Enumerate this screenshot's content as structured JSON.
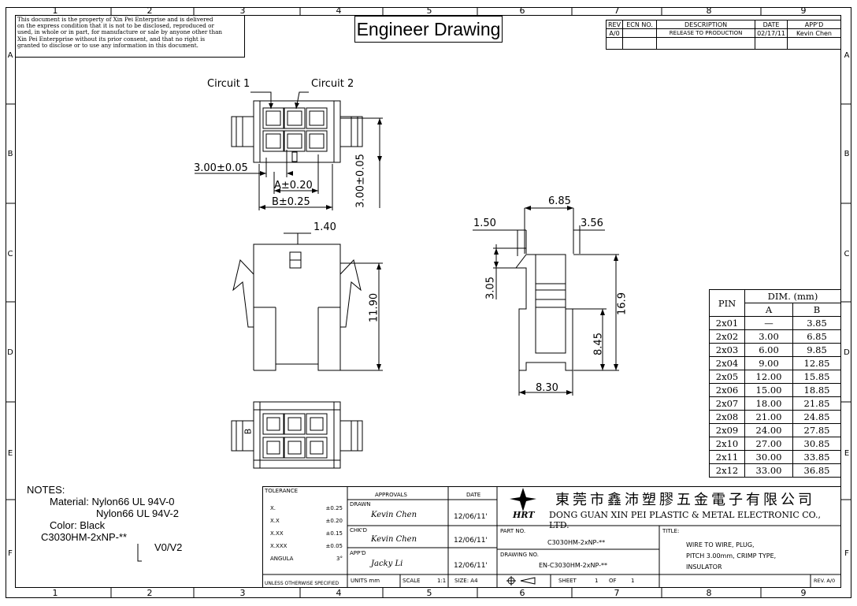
{
  "disclaimer": "This document is the property of Xin Pei Enterprise and is delivered\non the express condition that it is not to be disclosed, reproduced or\nused, in whole or in part, for manufacture or sale by anyone other than\nXin Pei Enterpprise without its prior consent, and that no right is\ngranted to disclose or to use any information in this document.",
  "title": "Engineer Drawing",
  "zone_cols": [
    "1",
    "2",
    "3",
    "4",
    "5",
    "6",
    "7",
    "8",
    "9"
  ],
  "zone_rows": [
    "A",
    "B",
    "C",
    "D",
    "E",
    "F"
  ],
  "revision": {
    "headers": [
      "REV",
      "ECN NO.",
      "DESCRIPTION",
      "DATE",
      "APP'D"
    ],
    "row": [
      "A/0",
      "",
      "RELEASE TO PRODUCTION",
      "02/17/11",
      "Kevin Chen"
    ]
  },
  "views": {
    "circuit1": "Circuit 1",
    "circuit2": "Circuit 2",
    "dim_300_w": "3.00±0.05",
    "dim_300_h": "3.00±0.05",
    "dim_a": "A±0.20",
    "dim_b": "B±0.25",
    "dim_140": "1.40",
    "dim_1190": "11.90",
    "dim_685": "6.85",
    "dim_150": "1.50",
    "dim_356": "3.56",
    "dim_305": "3.05",
    "dim_169": "16.9",
    "dim_845": "8.45",
    "dim_830": "8.30",
    "mark_b": "B"
  },
  "dim_table": {
    "pin_header": "PIN",
    "dim_header": "DIM. (mm)",
    "col_a": "A",
    "col_b": "B",
    "rows": [
      [
        "2x01",
        "—",
        "3.85"
      ],
      [
        "2x02",
        "3.00",
        "6.85"
      ],
      [
        "2x03",
        "6.00",
        "9.85"
      ],
      [
        "2x04",
        "9.00",
        "12.85"
      ],
      [
        "2x05",
        "12.00",
        "15.85"
      ],
      [
        "2x06",
        "15.00",
        "18.85"
      ],
      [
        "2x07",
        "18.00",
        "21.85"
      ],
      [
        "2x08",
        "21.00",
        "24.85"
      ],
      [
        "2x09",
        "24.00",
        "27.85"
      ],
      [
        "2x10",
        "27.00",
        "30.85"
      ],
      [
        "2x11",
        "30.00",
        "33.85"
      ],
      [
        "2x12",
        "33.00",
        "36.85"
      ]
    ]
  },
  "notes": {
    "heading": "NOTES:",
    "material_label": "Material:",
    "material_1": "Nylon66 UL 94V-0",
    "material_2": "Nylon66 UL 94V-2",
    "color": "Color: Black",
    "part": "C3030HM-2xNP-**",
    "suffix": "V0/V2"
  },
  "title_block": {
    "tolerance": "TOLERANCE",
    "tol_rows": [
      [
        "X.",
        "±0.25"
      ],
      [
        "X.X",
        "±0.20"
      ],
      [
        "X.XX",
        "±0.15"
      ],
      [
        "X.XXX",
        "±0.05"
      ],
      [
        "ANGULA",
        "3°"
      ]
    ],
    "unless": "UNLESS OTHERWISE SPECIFIED",
    "approvals": "APPROVALS",
    "date": "DATE",
    "drawn": "DRAWN",
    "drawn_by": "Kevin Chen",
    "drawn_date": "12/06/11'",
    "chkd": "CHK'D",
    "chkd_by": "Kevin Chen",
    "chkd_date": "12/06/11'",
    "appd": "APP'D",
    "appd_by": "Jacky Li",
    "appd_date": "12/06/11'",
    "units": "UNITS mm",
    "scale": "SCALE",
    "scale_val": "1:1",
    "size": "SIZE: A4",
    "logo": "HRT",
    "company_cn": "東莞市鑫沛塑膠五金電子有限公司",
    "company_en": "DONG GUAN XIN PEI PLASTIC & METAL ELECTRONIC CO., LTD.",
    "part_no_label": "PART NO.",
    "part_no": "C3030HM-2xNP-**",
    "drawing_no_label": "DRAWING NO.",
    "drawing_no": "EN-C3030HM-2xNP-**",
    "title_label": "TITLE:",
    "title_1": "WIRE TO WIRE, PLUG,",
    "title_2": "PITCH 3.00mm, CRIMP TYPE,",
    "title_3": "INSULATOR",
    "sheet": "SHEET",
    "sheet_num": "1",
    "of": "OF",
    "of_num": "1",
    "rev": "REV. A/0"
  }
}
